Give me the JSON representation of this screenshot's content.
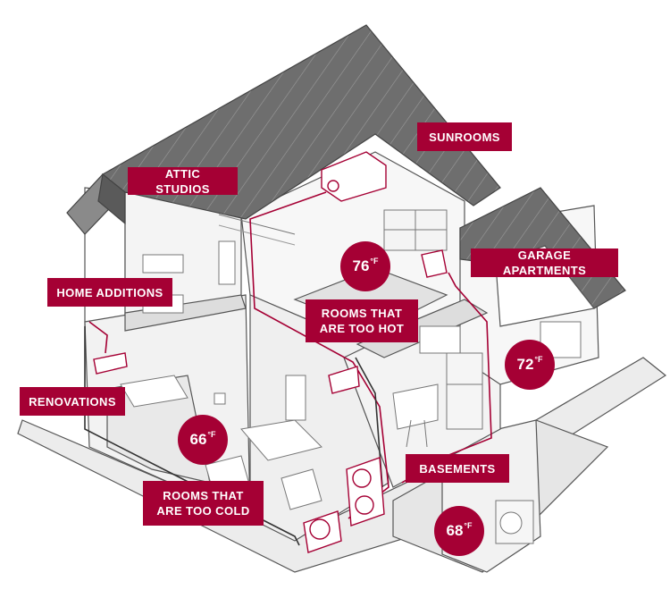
{
  "labels": {
    "attic_studios": "ATTIC STUDIOS",
    "sunrooms": "SUNROOMS",
    "garage_apartments": "GARAGE APARTMENTS",
    "home_additions": "HOME ADDITIONS",
    "rooms_too_hot": "ROOMS THAT\nARE TOO HOT",
    "renovations": "RENOVATIONS",
    "basements": "BASEMENTS",
    "rooms_too_cold": "ROOMS THAT\nARE TOO COLD"
  },
  "temperatures": {
    "hot_room": {
      "value": "76",
      "unit": "°F"
    },
    "garage": {
      "value": "72",
      "unit": "°F"
    },
    "cold_room": {
      "value": "66",
      "unit": "°F"
    },
    "basement": {
      "value": "68",
      "unit": "°F"
    }
  },
  "colors": {
    "accent": "#a50034",
    "roof": "#707070",
    "floor": "#ececec",
    "line": "#666666"
  }
}
